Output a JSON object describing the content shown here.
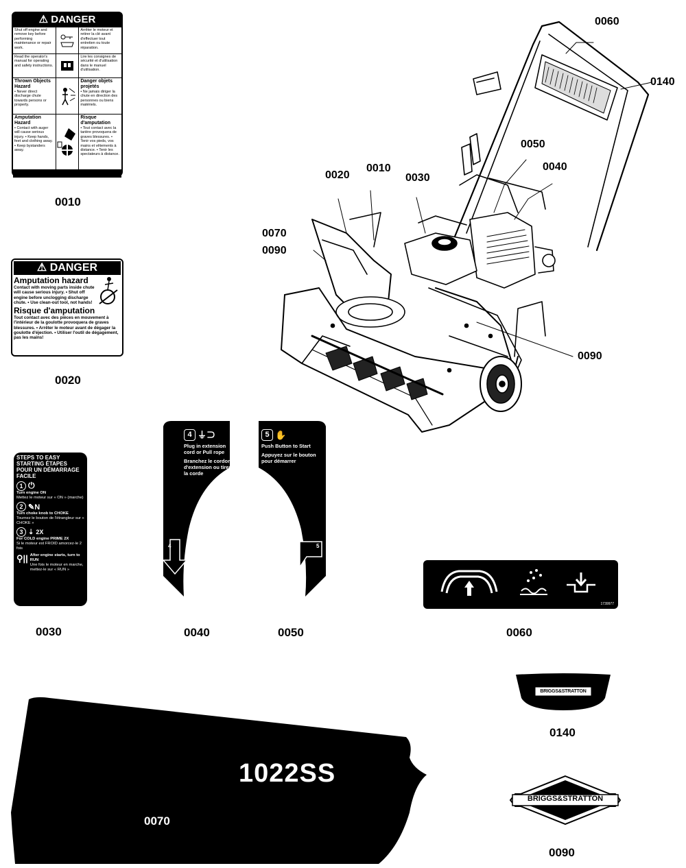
{
  "callouts": [
    "0060",
    "0140",
    "0050",
    "0040",
    "0020",
    "0010",
    "0030",
    "0070",
    "0090",
    "0090"
  ],
  "part_numbers": [
    "0010",
    "0020",
    "0030",
    "0040",
    "0050",
    "0060",
    "0140",
    "0070",
    "0090"
  ],
  "decal_0010": {
    "header": "DANGER",
    "rows": [
      {
        "en": "Shut off engine and remove key before performing maintenance or repair work.",
        "fr": "Arrêter le moteur et retirer la clé avant d'effectuer tout entretien ou toute réparation."
      },
      {
        "en": "Read the operator's manual for operating and safety instructions.",
        "fr": "Lire les consignes de sécurité et d'utilisation dans le manuel d'utilisation."
      },
      {
        "en_title": "Thrown Objects Hazard",
        "en": "• Never direct discharge chute towards persons or property.",
        "fr_title": "Danger objets projetés",
        "fr": "• Ne jamais diriger la chute en direction des personnes ou biens matériels."
      },
      {
        "en_title": "Amputation Hazard",
        "en": "• Contact with auger will cause serious injury. • Keep hands, feet and clothing away. • Keep bystanders away.",
        "fr_title": "Risque d'amputation",
        "fr": "• Tout contact avec la tarière provoquera de graves blessures. • Tenir vos pieds, vos mains et vêtements à distance. • Tenir les spectateurs à distance."
      }
    ]
  },
  "decal_0020": {
    "header": "DANGER",
    "title_en": "Amputation hazard",
    "text_en": "Contact with moving parts inside chute will cause serious injury. • Shut off engine before unclogging discharge chute. • Use clean-out tool, not hands!",
    "title_fr": "Risque d'amputation",
    "text_fr": "Tout contact avec des pièces en mouvement à l'intérieur de la goulotte provoquera de graves blessures. • Arrêter le moteur avant de dégager la goulotte d'éjection. • Utiliser l'outil de dégagement, pas les mains!"
  },
  "decal_0030": {
    "heading": "STEPS TO EASY STARTING ÉTAPES POUR UN DÉMARRAGE FACILE",
    "step1": "1",
    "step1_en": "Turn engine ON",
    "step1_fr": "Mettez le moteur sur « ON » (marche)",
    "step2": "2",
    "step2_en": "Turn choke knob to CHOKE",
    "step2_fr": "Tournez le bouton de l'étrangleur sur « CHOKE »",
    "step3": "3",
    "step3_badge": "2X",
    "step3_en": "For COLD engine PRIME 2X",
    "step3_fr": "Si le moteur est FROID amorcez-le 2 fois",
    "final_en": "After engine starts, turn to RUN",
    "final_fr": "Une fois le moteur en marche, mettez-le sur « RUN »"
  },
  "decal_0040": {
    "step": "4",
    "en": "Plug in extension cord or Pull rope",
    "fr": "Branchez le cordon d'extension ou tirer la corde",
    "arrow_step": "4"
  },
  "decal_0050": {
    "step": "5",
    "en": "Push Button to Start",
    "fr": "Appuyez sur le bouton pour démarrer",
    "arrow_step": "5"
  },
  "decal_0060": {
    "code": "1739977"
  },
  "decal_0070": {
    "model": "1022SS"
  },
  "brand": "BRIGGS&STRATTON",
  "brand_left": "BRIGGS",
  "brand_amp": "&",
  "brand_right": "STRATTON",
  "colors": {
    "ink": "#000000",
    "paper": "#ffffff"
  }
}
